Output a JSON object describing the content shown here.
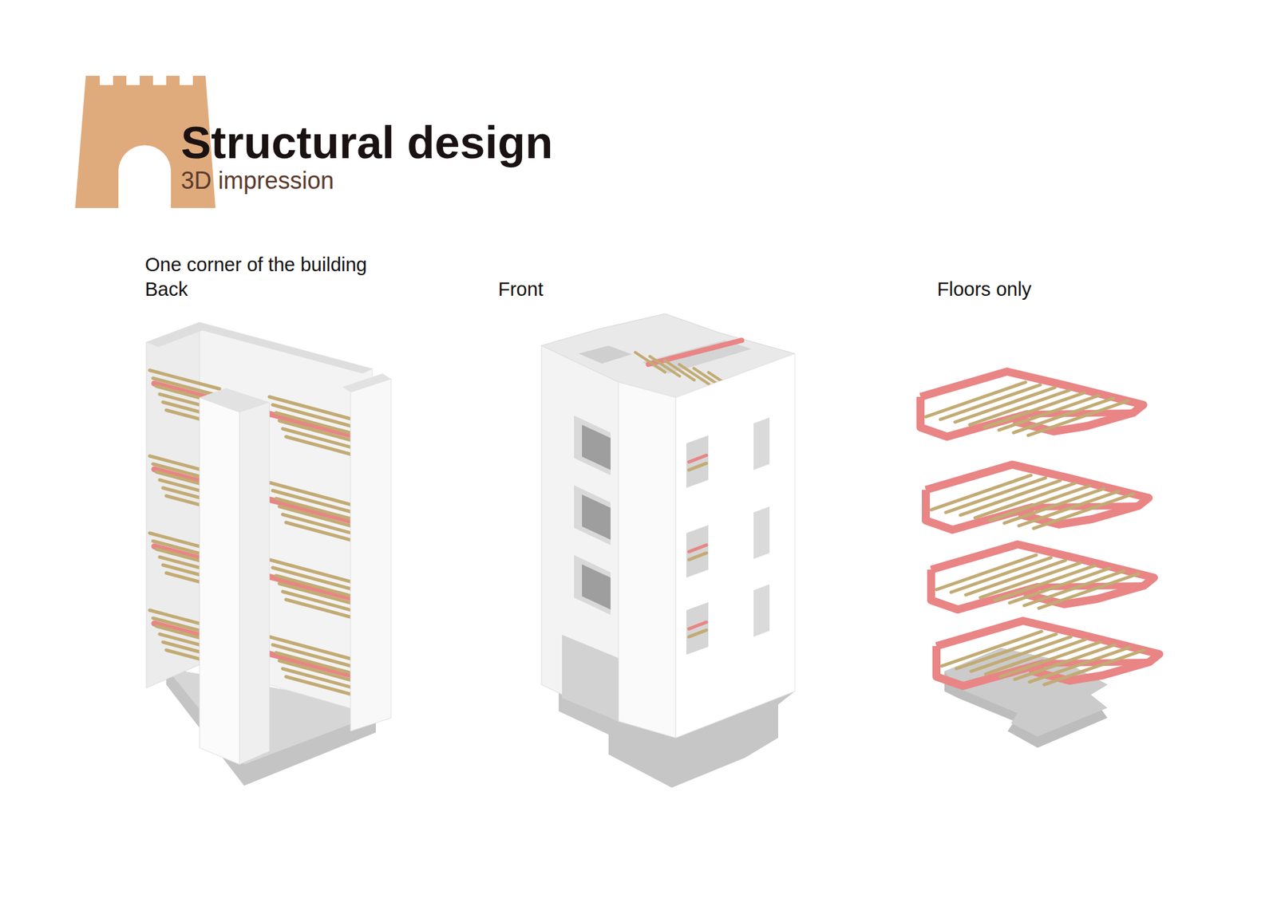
{
  "diagram": {
    "title": "Structural design",
    "labels": [
      "3D impression",
      "One corner of the building",
      "Back",
      "Front",
      "Floors only"
    ]
  }
}
